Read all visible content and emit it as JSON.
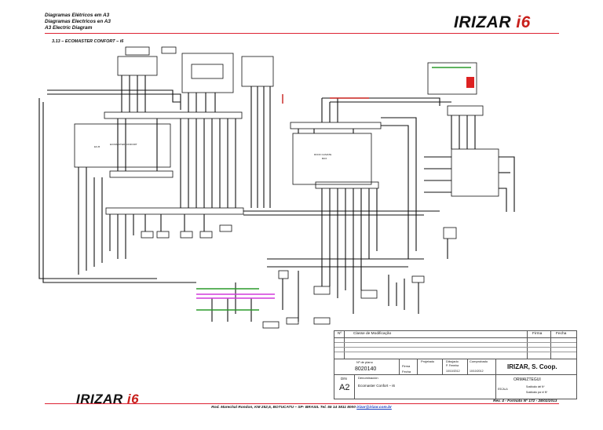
{
  "header": {
    "line1": "Diagramas Elétricos em A3",
    "line2": "Diagramas Electricos en A3",
    "line3": "A3 Electric Diagram",
    "logo_text": "IRIZAR",
    "logo_model": "i6"
  },
  "section_title": "3.13 – ECOMASTER CONFORT – i6",
  "modules": {
    "left_board": "ECOMASTER CONFORT",
    "left_board_id": "EC-B",
    "right_board": "ROOF CLIMATE",
    "right_board_sub": "BOX"
  },
  "title_block": {
    "nr_label": "Nº",
    "classe_label": "Classe de Modificação",
    "firma_label": "Firma",
    "fecha_label": "Fecha",
    "plano_label": "Nº de plano",
    "plano_value": "8020140",
    "firma2": "Firma",
    "fecha2": "Fecha",
    "projetado": "Projetado",
    "dibujado": "Dibujado",
    "comprobado": "Comprobado",
    "proj_name": "P. Ferreira",
    "proj_date": "10/10/2012",
    "dib_date": "10/10/2012",
    "company": "IRIZAR, S. Coop.",
    "city": "ORMAIZTEGUI",
    "din_label": "DIN",
    "din_value": "A2",
    "denom_label": "Denominación",
    "denom_value": "Ecomaster Confort – i6",
    "escala_label": "ESCALA",
    "sust_a": "Sustituido del Nº",
    "sust_b": "Sustituido por el Nº"
  },
  "revision": "Rev. 4 - Formato Nº 172 - 28/02/2013",
  "footer_text": "Rod. Marechal Rondon, KM 252,5, BOTUCATU – SP- BRASIL Tel. 55 14 3811 8000 ",
  "footer_email": "irizar@irizar.com.br",
  "colors": {
    "brand_red": "#c8201c",
    "wire_magenta": "#d23adc",
    "wire_green": "#2a9a2a"
  }
}
